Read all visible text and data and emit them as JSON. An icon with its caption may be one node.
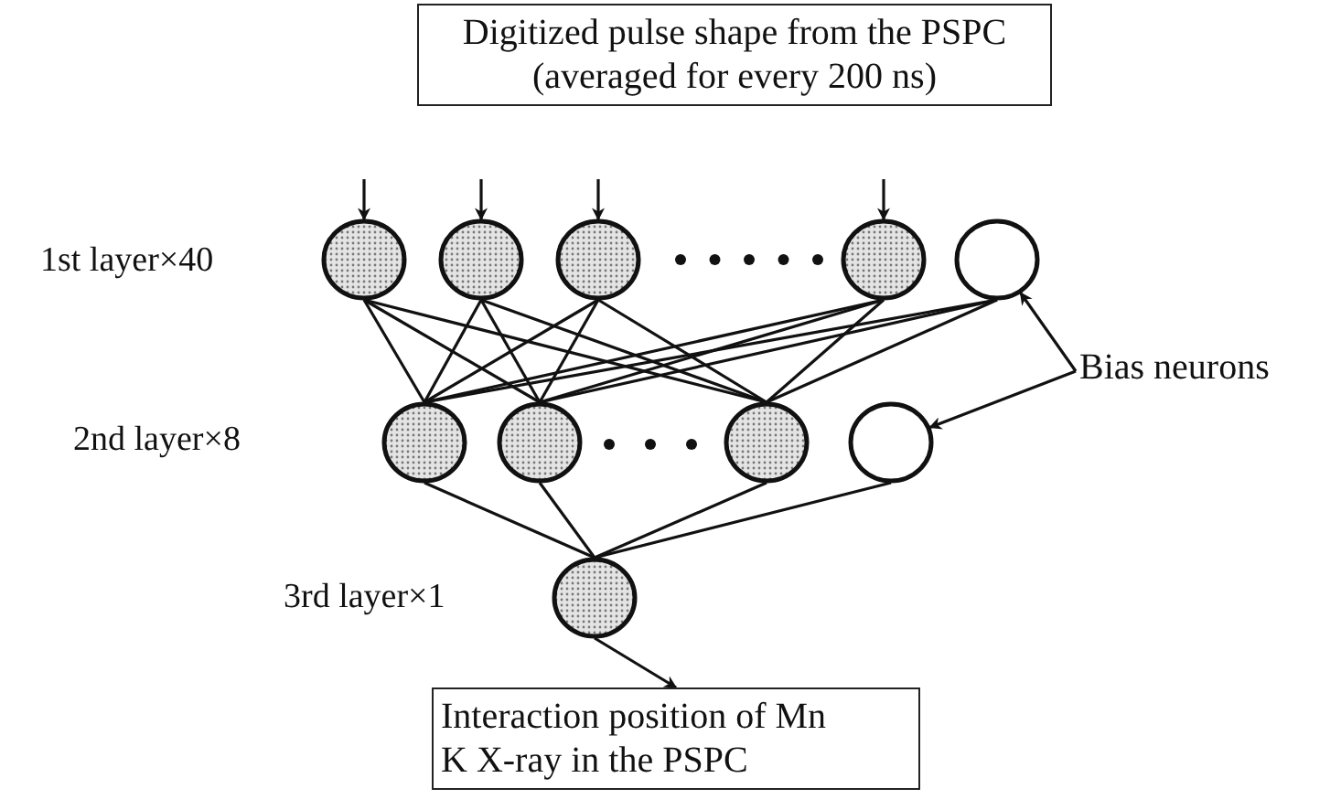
{
  "diagram": {
    "nodes": [
      {
        "text": [
          "Digitized pulse shape from the PSPC (averaged for every 200 ns)"
        ]
      },
      {
        "text": [],
        "shape": "circle"
      },
      {
        "text": [],
        "shape": "circle"
      },
      {
        "text": [],
        "shape": "circle"
      },
      {
        "text": [],
        "shape": "circle"
      },
      {
        "text": [],
        "shape": "circle"
      },
      {
        "text": [],
        "shape": "circle"
      },
      {
        "text": [],
        "shape": "circle"
      },
      {
        "text": [],
        "shape": "circle"
      },
      {
        "text": [],
        "shape": "circle"
      },
      {
        "text": [],
        "shape": "circle"
      },
      {
        "text": [
          "Interaction position of Mn K X-ray in the PSPC"
        ]
      },
      {
        "text": [
          "Bias neurons"
        ]
      }
    ],
    "edges": [
      {
        "from": null,
        "to": 1,
        "arrow": "to"
      },
      {
        "from": null,
        "to": 2,
        "arrow": "to"
      },
      {
        "from": null,
        "to": 3,
        "arrow": "to"
      },
      {
        "from": null,
        "to": 4,
        "arrow": "to"
      },
      {
        "from": 1,
        "to": 6,
        "arrow": "none"
      },
      {
        "from": 1,
        "to": 7,
        "arrow": "none"
      },
      {
        "from": 1,
        "to": 8,
        "arrow": "none"
      },
      {
        "from": 2,
        "to": 6,
        "arrow": "none"
      },
      {
        "from": 2,
        "to": 7,
        "arrow": "none"
      },
      {
        "from": 2,
        "to": 8,
        "arrow": "none"
      },
      {
        "from": 3,
        "to": 6,
        "arrow": "none"
      },
      {
        "from": 3,
        "to": 7,
        "arrow": "none"
      },
      {
        "from": 3,
        "to": 8,
        "arrow": "none"
      },
      {
        "from": 4,
        "to": 6,
        "arrow": "none"
      },
      {
        "from": 4,
        "to": 7,
        "arrow": "none"
      },
      {
        "from": 4,
        "to": 8,
        "arrow": "none"
      },
      {
        "from": 5,
        "to": 6,
        "arrow": "none"
      },
      {
        "from": 5,
        "to": 7,
        "arrow": "none"
      },
      {
        "from": 5,
        "to": 8,
        "arrow": "none"
      },
      {
        "from": 6,
        "to": 10,
        "arrow": "none"
      },
      {
        "from": 7,
        "to": 10,
        "arrow": "none"
      },
      {
        "from": 8,
        "to": 10,
        "arrow": "none"
      },
      {
        "from": 9,
        "to": 10,
        "arrow": "none"
      },
      {
        "from": 10,
        "to": 11,
        "arrow": "to"
      },
      {
        "from": 12,
        "to": 5,
        "arrow": "to"
      },
      {
        "from": 12,
        "to": 9,
        "arrow": "to"
      }
    ],
    "labels": [
      "1st layer×40",
      "2nd layer×8",
      "3rd layer×1"
    ]
  }
}
